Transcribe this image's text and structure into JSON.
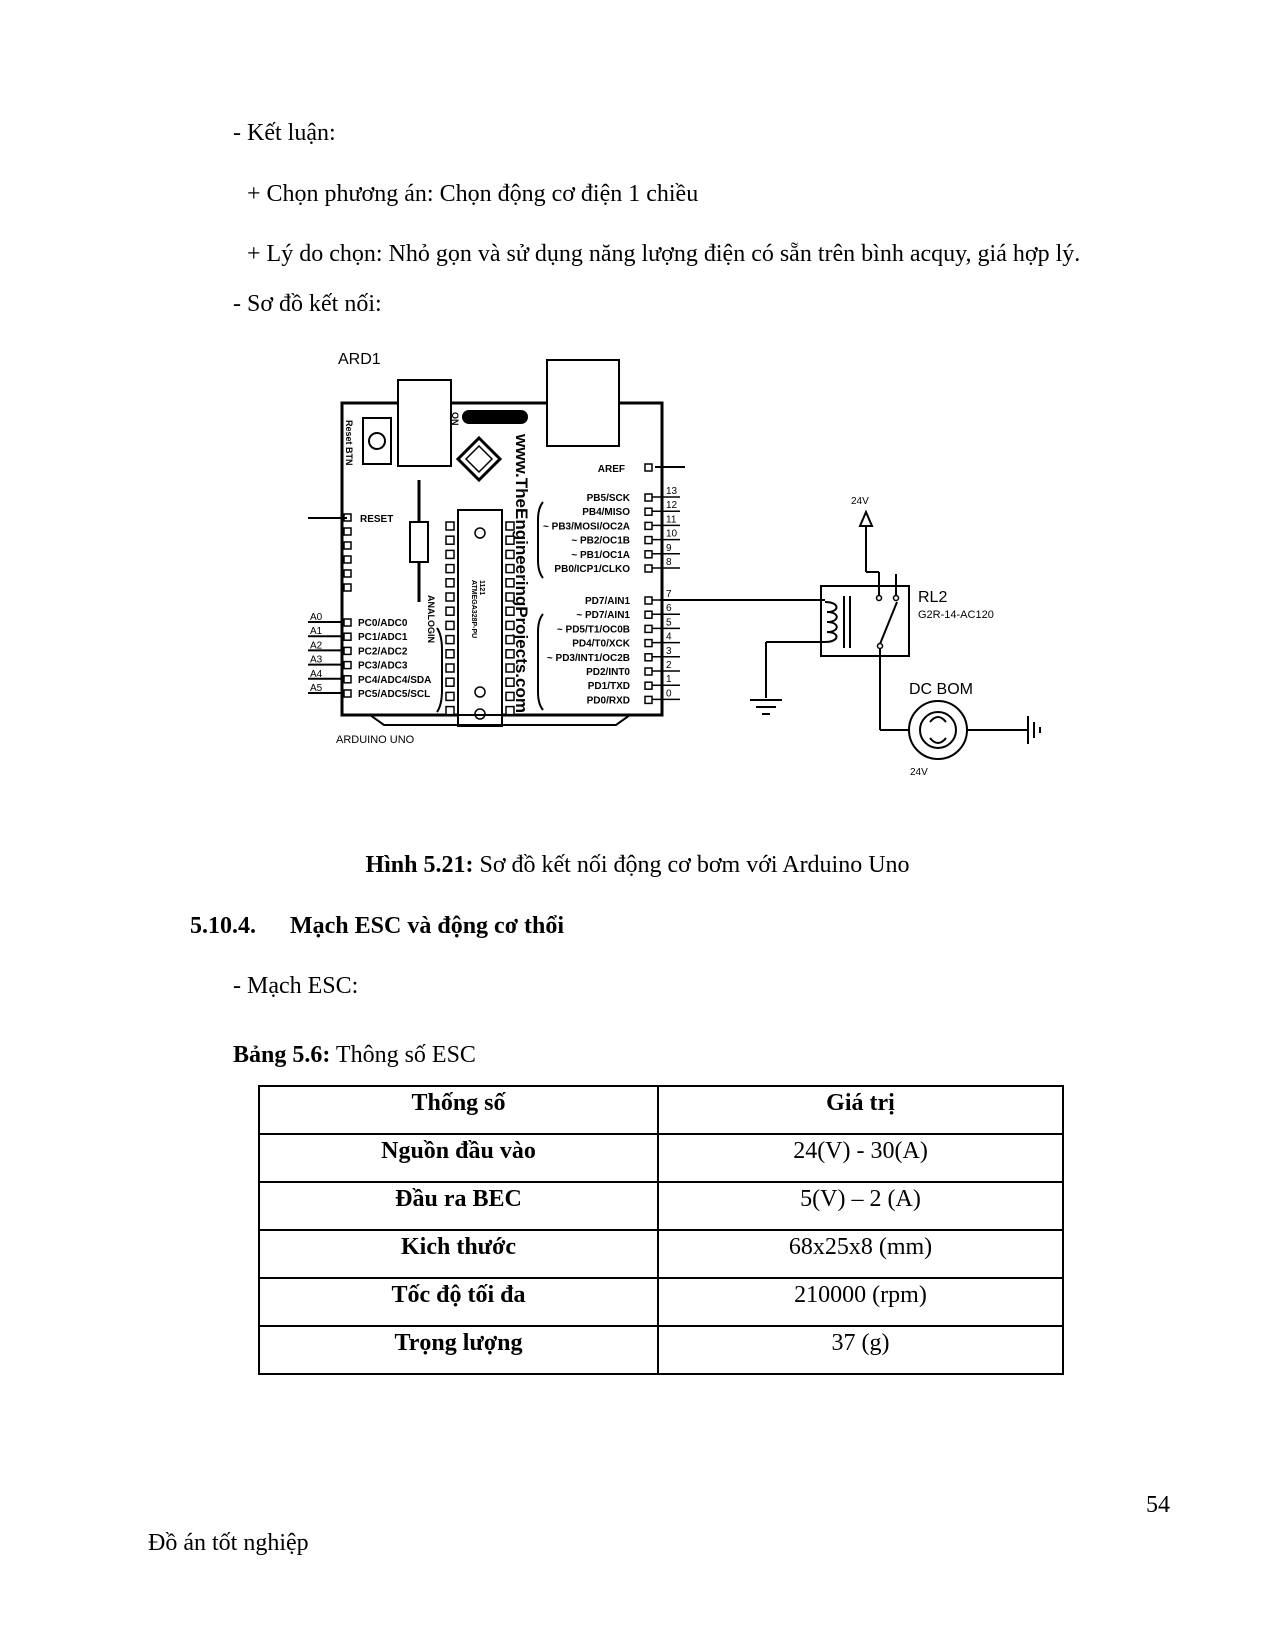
{
  "paragraphs": {
    "conclusion": "- Kết luận:",
    "choice": "+ Chọn phương án: Chọn động cơ điện 1  chiều",
    "reason": "+ Lý do chọn: Nhỏ gọn và sử dụng năng lượng điện có sẵn trên bình acquy, giá hợp lý.",
    "diagram_intro": "- Sơ đồ kết nối:",
    "esc_intro": "- Mạch ESC:"
  },
  "figure": {
    "caption_label": "Hình 5.21:",
    "caption_text": " Sơ đồ kết nối động cơ bơm với Arduino Uno",
    "board": {
      "ref": "ARD1",
      "name": "ARDUINO UNO",
      "reset_btn": "Reset BTN",
      "on_label": "ON",
      "website": "www.TheEngineeringProjects.com",
      "chip": "ATMEGA328P-PU",
      "chip_num": "1121",
      "reset_label": "RESET",
      "analogin": "ANALOGIN",
      "analog_pins": [
        {
          "ext": "A0",
          "name": "PC0/ADC0"
        },
        {
          "ext": "A1",
          "name": "PC1/ADC1"
        },
        {
          "ext": "A2",
          "name": "PC2/ADC2"
        },
        {
          "ext": "A3",
          "name": "PC3/ADC3"
        },
        {
          "ext": "A4",
          "name": "PC4/ADC4/SDA"
        },
        {
          "ext": "A5",
          "name": "PC5/ADC5/SCL"
        }
      ],
      "aref": "AREF",
      "upper_pins": [
        {
          "name": "PB5/SCK",
          "num": "13"
        },
        {
          "name": "PB4/MISO",
          "num": "12"
        },
        {
          "name": "~ PB3/MOSI/OC2A",
          "num": "11"
        },
        {
          "name": "~ PB2/OC1B",
          "num": "10"
        },
        {
          "name": "~ PB1/OC1A",
          "num": "9"
        },
        {
          "name": "PB0/ICP1/CLKO",
          "num": "8"
        }
      ],
      "lower_pins": [
        {
          "name": "PD7/AIN1",
          "num": "7"
        },
        {
          "name": "~ PD7/AIN1",
          "num": "6"
        },
        {
          "name": "~ PD5/T1/OC0B",
          "num": "5"
        },
        {
          "name": "PD4/T0/XCK",
          "num": "4"
        },
        {
          "name": "~ PD3/INT1/OC2B",
          "num": "3"
        },
        {
          "name": "PD2/INT0",
          "num": "2"
        },
        {
          "name": "PD1/TXD",
          "num": "1"
        },
        {
          "name": "PD0/RXD",
          "num": "0"
        }
      ]
    },
    "relay": {
      "ref": "RL2",
      "model": "G2R-14-AC120"
    },
    "supply_label": "24V",
    "motor": {
      "name": "DC BOM",
      "voltage": "24V"
    }
  },
  "section": {
    "number": "5.10.4.",
    "title": "Mạch ESC và động cơ thổi"
  },
  "table": {
    "caption_label": "Bảng 5.6:",
    "caption_text": " Thông số ESC",
    "headers": [
      "Thống số",
      "Giá trị"
    ],
    "rows": [
      [
        "Nguồn đầu vào",
        "24(V) - 30(A)"
      ],
      [
        "Đầu ra BEC",
        "5(V) – 2 (A)"
      ],
      [
        "Kich thước",
        "68x25x8 (mm)"
      ],
      [
        "Tốc độ tối đa",
        "210000  (rpm)"
      ],
      [
        "Trọng lượng",
        "37 (g)"
      ]
    ]
  },
  "footer": {
    "page_number": "54",
    "title": "Đồ án tốt nghiệp"
  }
}
